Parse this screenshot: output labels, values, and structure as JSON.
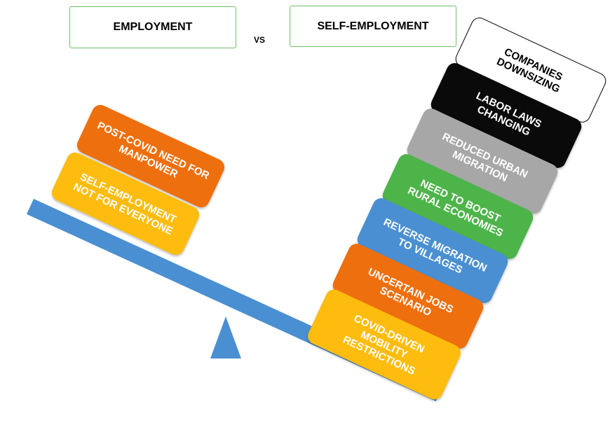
{
  "header": {
    "left_label": "EMPLOYMENT",
    "separator": "VS",
    "right_label": "SELF-EMPLOYMENT"
  },
  "left_side": {
    "blocks": [
      {
        "label": "POST-COVID NEED FOR\nMANPOWER",
        "color": "#ee6f0d"
      },
      {
        "label": "SELF-EMPLOYMENT\nNOT FOR EVERYONE",
        "color": "#fdbc0e"
      }
    ]
  },
  "right_side": {
    "blocks": [
      {
        "label": "COMPANIES\nDOWNSIZING",
        "color": "#ffffff"
      },
      {
        "label": "LABOR LAWS\nCHANGING",
        "color": "#0a0a0a"
      },
      {
        "label": "REDUCED URBAN\nMIGRATION",
        "color": "#a7a7a7"
      },
      {
        "label": "NEED TO BOOST\nRURAL ECONOMIES",
        "color": "#4db44a"
      },
      {
        "label": "REVERSE MIGRATION\nTO VILLAGES",
        "color": "#4a8fd1"
      },
      {
        "label": "UNCERTAIN JOBS\nSCENARIO",
        "color": "#ee6f0d"
      },
      {
        "label": "COVID-DRIVEN\nMOBILITY\nRESTRICTIONS",
        "color": "#fdbc0e"
      }
    ]
  },
  "seesaw": {
    "beam_color": "#4a8fd1",
    "fulcrum_color": "#4a8fd1"
  }
}
